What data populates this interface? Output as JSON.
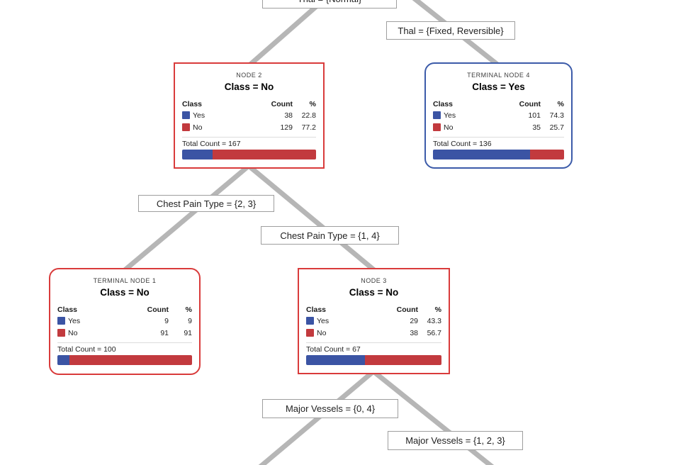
{
  "diagram": {
    "type": "decision-tree",
    "colors": {
      "class_yes_blue": "#3B54A4",
      "class_no_red": "#C23A3E",
      "nonterminal_border_red": "#D93B3B",
      "terminal_yes_border_blue": "#3C5BA9",
      "terminal_no_border_red": "#D93B3B",
      "edge_gray": "#B6B6B6",
      "label_border_gray": "#9E9E9E"
    },
    "table_headers": {
      "class": "Class",
      "count": "Count",
      "pct": "%"
    },
    "row_classes": {
      "yes": "Yes",
      "no": "No"
    },
    "edge_labels": [
      {
        "text": "Thal = {Normal}"
      },
      {
        "text": "Thal = {Fixed, Reversible}"
      },
      {
        "text": "Chest Pain Type = {2, 3}"
      },
      {
        "text": "Chest Pain Type = {1, 4}"
      },
      {
        "text": "Major Vessels = {0, 4}"
      },
      {
        "text": "Major Vessels = {1, 2, 3}"
      }
    ],
    "nodes": [
      {
        "title": "NODE 2",
        "class_label": "Class = No",
        "terminal": false,
        "rows": [
          {
            "label": "Yes",
            "count": "38",
            "pct": "22.8"
          },
          {
            "label": "No",
            "count": "129",
            "pct": "77.2"
          }
        ],
        "total_label": "Total Count = 167",
        "yes_pct": 22.8
      },
      {
        "title": "TERMINAL NODE 4",
        "class_label": "Class = Yes",
        "terminal": true,
        "rows": [
          {
            "label": "Yes",
            "count": "101",
            "pct": "74.3"
          },
          {
            "label": "No",
            "count": "35",
            "pct": "25.7"
          }
        ],
        "total_label": "Total Count = 136",
        "yes_pct": 74.3
      },
      {
        "title": "TERMINAL NODE 1",
        "class_label": "Class = No",
        "terminal": true,
        "rows": [
          {
            "label": "Yes",
            "count": "9",
            "pct": "9"
          },
          {
            "label": "No",
            "count": "91",
            "pct": "91"
          }
        ],
        "total_label": "Total Count = 100",
        "yes_pct": 9
      },
      {
        "title": "NODE 3",
        "class_label": "Class = No",
        "terminal": false,
        "rows": [
          {
            "label": "Yes",
            "count": "29",
            "pct": "43.3"
          },
          {
            "label": "No",
            "count": "38",
            "pct": "56.7"
          }
        ],
        "total_label": "Total Count = 67",
        "yes_pct": 43.3
      }
    ]
  }
}
